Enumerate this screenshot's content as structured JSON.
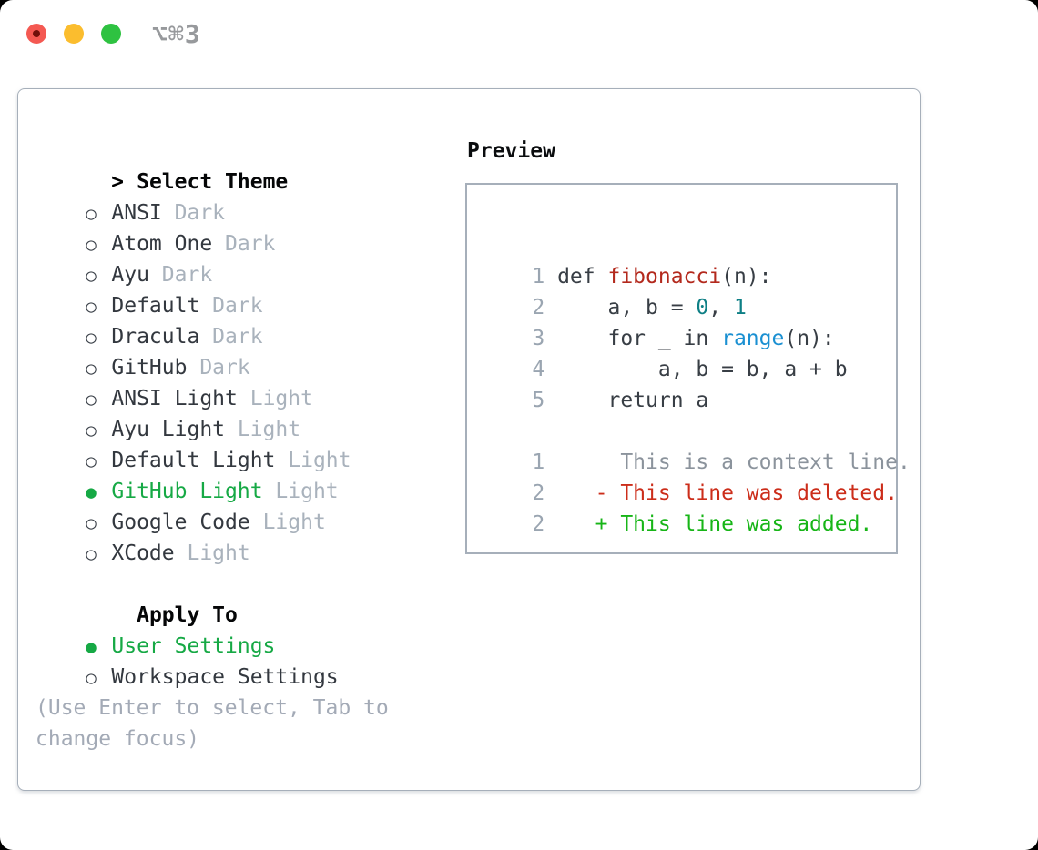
{
  "window": {
    "title": "⌥⌘3"
  },
  "traffic_lights": [
    {
      "name": "close",
      "color": "#f45952",
      "unsaved_dot": true
    },
    {
      "name": "minimize",
      "color": "#fbbd2e",
      "unsaved_dot": false
    },
    {
      "name": "zoom",
      "color": "#2ec241",
      "unsaved_dot": false
    }
  ],
  "markers": {
    "selected": "●",
    "unselected": "○"
  },
  "theme_list": {
    "header_marker": ">",
    "header": "Select Theme",
    "items": [
      {
        "name": "ANSI",
        "variant": "Dark",
        "selected": false
      },
      {
        "name": "Atom One",
        "variant": "Dark",
        "selected": false
      },
      {
        "name": "Ayu",
        "variant": "Dark",
        "selected": false
      },
      {
        "name": "Default",
        "variant": "Dark",
        "selected": false
      },
      {
        "name": "Dracula",
        "variant": "Dark",
        "selected": false
      },
      {
        "name": "GitHub",
        "variant": "Dark",
        "selected": false
      },
      {
        "name": "ANSI Light",
        "variant": "Light",
        "selected": false
      },
      {
        "name": "Ayu Light",
        "variant": "Light",
        "selected": false
      },
      {
        "name": "Default Light",
        "variant": "Light",
        "selected": false
      },
      {
        "name": "GitHub Light",
        "variant": "Light",
        "selected": true
      },
      {
        "name": "Google Code",
        "variant": "Light",
        "selected": false
      },
      {
        "name": "XCode",
        "variant": "Light",
        "selected": false
      }
    ]
  },
  "apply_to": {
    "header": "Apply To",
    "options": [
      {
        "label": "User Settings",
        "selected": true
      },
      {
        "label": "Workspace Settings",
        "selected": false
      }
    ]
  },
  "help_text": "(Use Enter to select, Tab to change focus)",
  "preview": {
    "header": "Preview",
    "lines": [
      {
        "num": "1",
        "segments": [
          {
            "t": "def ",
            "c": "code"
          },
          {
            "t": "fibonacci",
            "c": "func"
          },
          {
            "t": "(n):",
            "c": "code"
          }
        ]
      },
      {
        "num": "2",
        "segments": [
          {
            "t": "    a, b = ",
            "c": "code"
          },
          {
            "t": "0",
            "c": "num"
          },
          {
            "t": ", ",
            "c": "code"
          },
          {
            "t": "1",
            "c": "num"
          }
        ]
      },
      {
        "num": "3",
        "segments": [
          {
            "t": "    for _ in ",
            "c": "code"
          },
          {
            "t": "range",
            "c": "builtin"
          },
          {
            "t": "(n):",
            "c": "code"
          }
        ]
      },
      {
        "num": "4",
        "segments": [
          {
            "t": "        a, b = b, a + b",
            "c": "code"
          }
        ]
      },
      {
        "num": "5",
        "segments": [
          {
            "t": "    return a",
            "c": "code"
          }
        ]
      },
      {
        "num": "",
        "segments": []
      },
      {
        "num": "1",
        "segments": [
          {
            "t": "     This is a context line.",
            "c": "context"
          }
        ]
      },
      {
        "num": "2",
        "segments": [
          {
            "t": "   - This line was deleted.",
            "c": "deleted"
          }
        ]
      },
      {
        "num": "2",
        "segments": [
          {
            "t": "   + This line was added.",
            "c": "added"
          }
        ]
      }
    ]
  },
  "colors": {
    "accent_green": "#16a945",
    "muted_gray": "#a9b2bc",
    "text_dark": "#33383f",
    "panel_border": "#a6afba",
    "syntax_function_red": "#b3291d",
    "syntax_number_teal": "#0e7f85",
    "syntax_builtin_blue": "#1b90d2",
    "diff_deleted_red": "#cc2d1a",
    "diff_added_green": "#17b517",
    "line_number_gray": "#9aa5b1"
  }
}
